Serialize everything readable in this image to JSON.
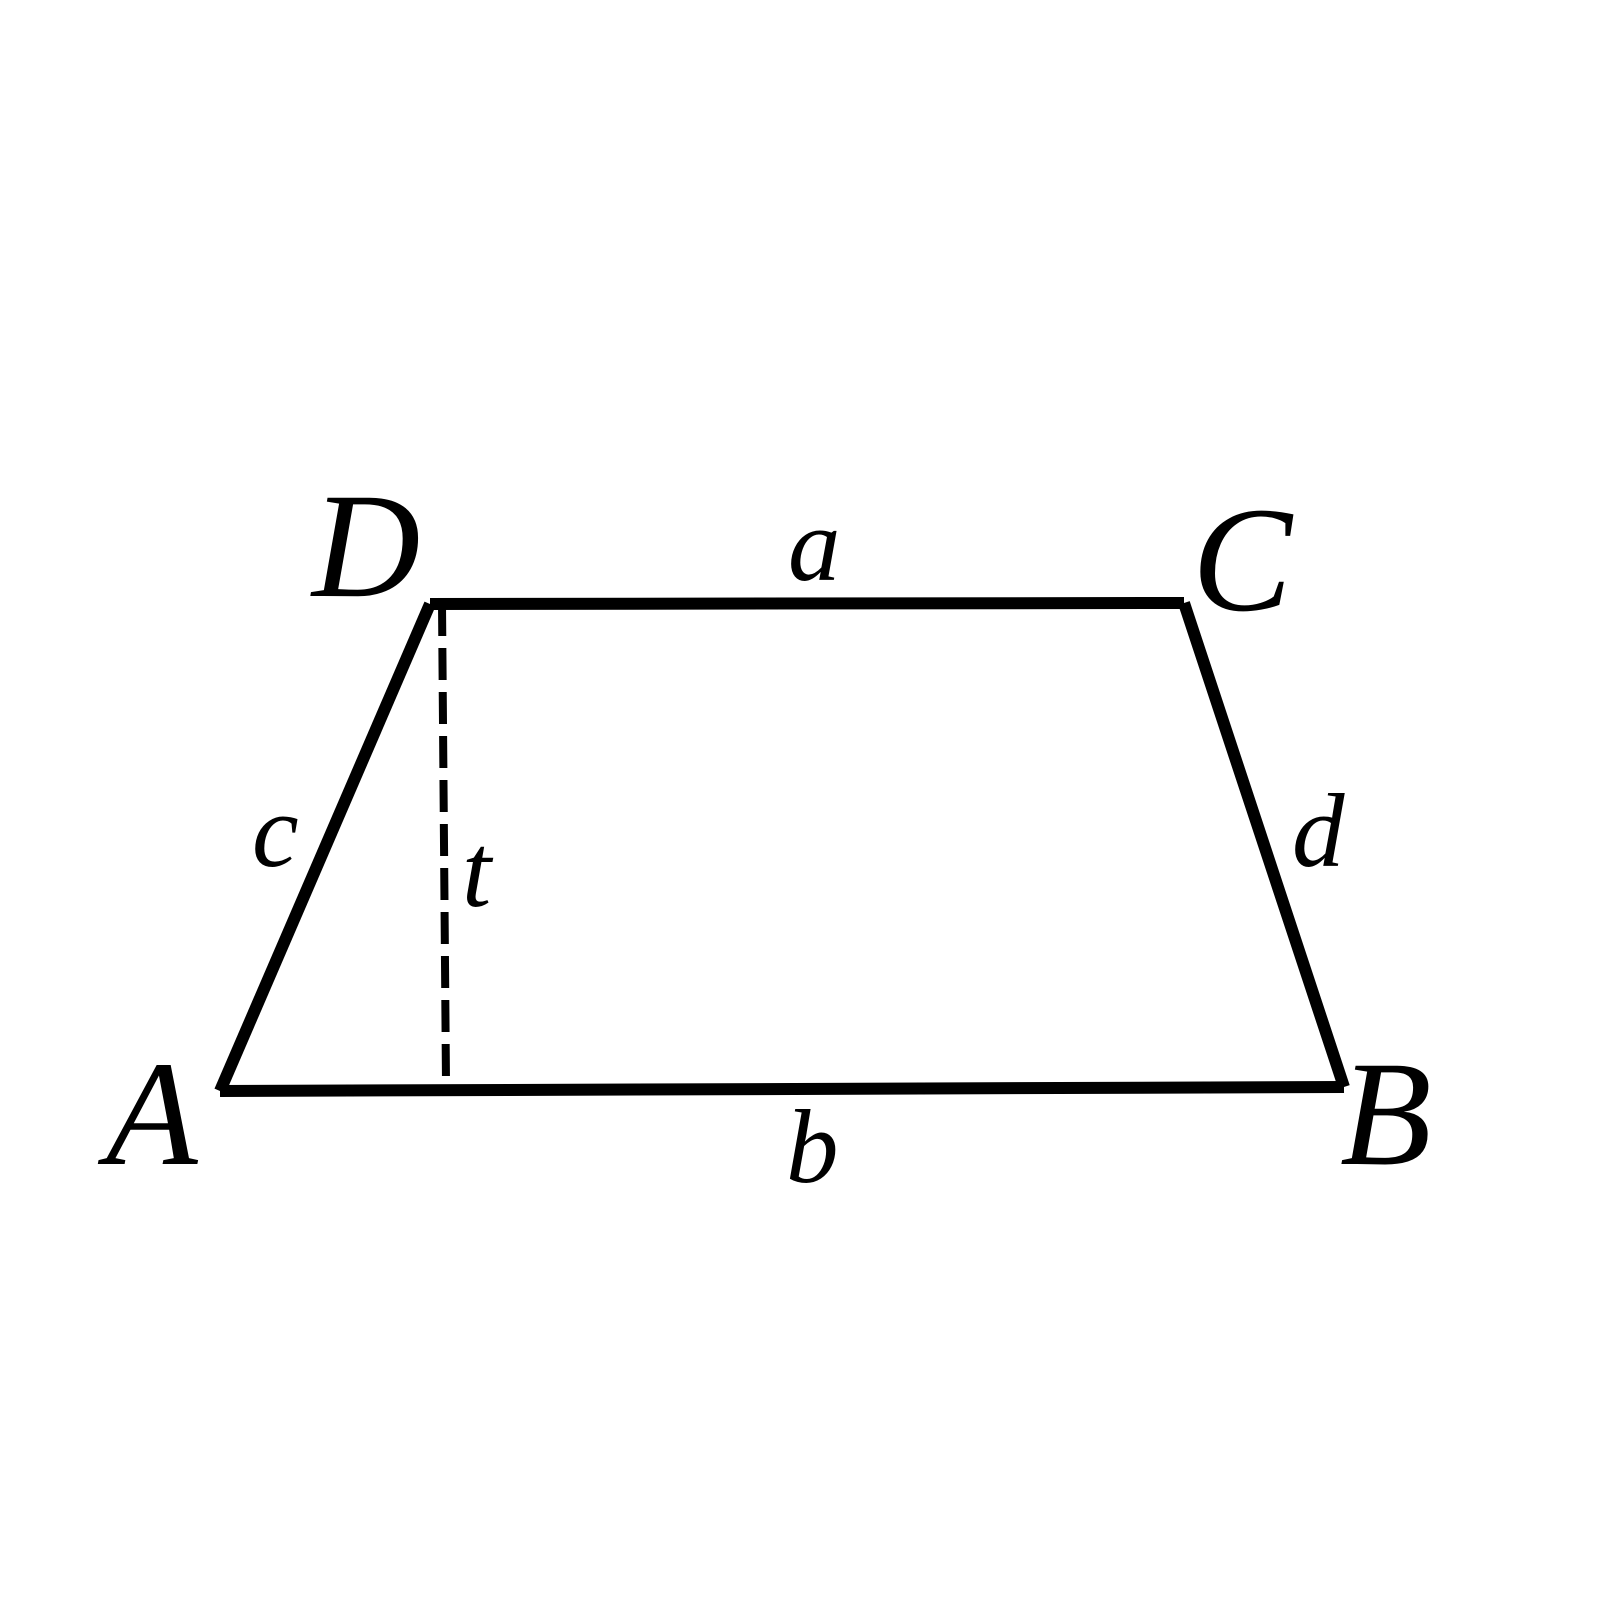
{
  "figure": {
    "shape": "trapezoid",
    "colors": {
      "stroke": "#000000",
      "background": "#ffffff"
    },
    "vertices": {
      "A": "A",
      "B": "B",
      "C": "C",
      "D": "D"
    },
    "sides": {
      "top": "a",
      "bottom": "b",
      "left": "c",
      "right": "d"
    },
    "height": {
      "label": "t",
      "style": "dashed"
    }
  }
}
